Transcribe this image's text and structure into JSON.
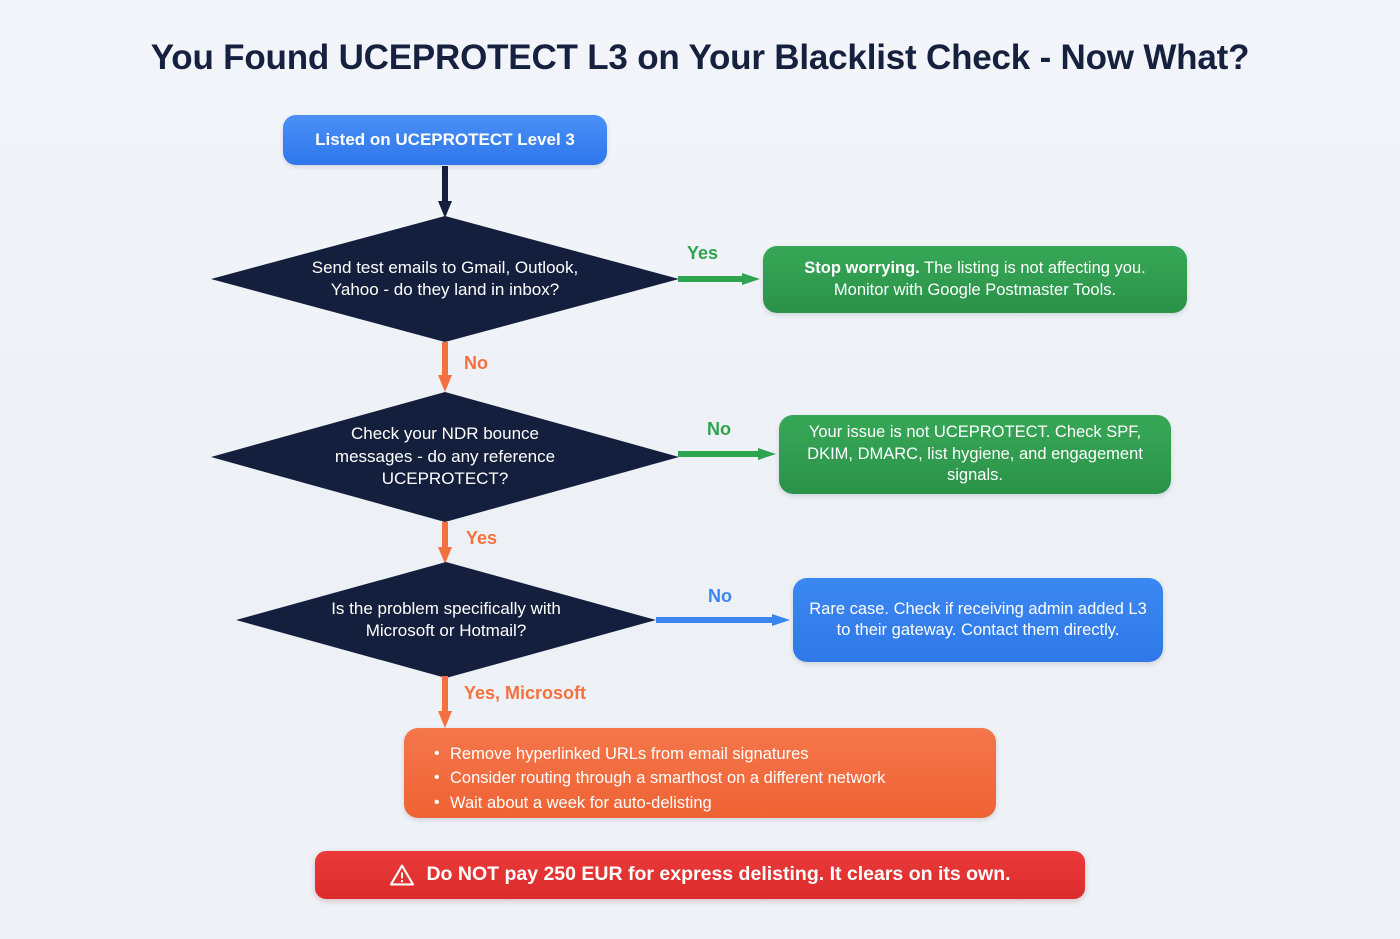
{
  "title": "You Found UCEPROTECT L3 on Your Blacklist Check - Now What?",
  "colors": {
    "background": "#eff2f7",
    "title_text": "#16213f",
    "decision_fill": "#141f3d",
    "blue": "#3b82f6",
    "green": "#2ea44f",
    "orange": "#f4703f",
    "red": "#e03434",
    "white": "#ffffff"
  },
  "nodes": {
    "start": {
      "label": "Listed on UCEPROTECT Level 3",
      "shape": "rounded-rect",
      "color": "blue"
    },
    "decision_1": {
      "label": "Send test emails to Gmail, Outlook, Yahoo - do they land in inbox?",
      "line_1": "Send test emails to Gmail, Outlook,",
      "line_2": "Yahoo - do they land in inbox?",
      "shape": "diamond"
    },
    "decision_2": {
      "label": "Check your NDR bounce messages - do any reference UCEPROTECT?",
      "line_1": "Check your NDR bounce",
      "line_2": "messages - do any reference",
      "line_3": "UCEPROTECT?",
      "shape": "diamond"
    },
    "decision_3": {
      "label": "Is the problem specifically with Microsoft or Hotmail?",
      "line_1": "Is the problem specifically with",
      "line_2": "Microsoft or Hotmail?",
      "shape": "diamond"
    },
    "outcome_1": {
      "lead": "Stop worrying.",
      "body": " The listing is not affecting you. Monitor with Google Postmaster Tools.",
      "shape": "rounded-rect",
      "color": "green"
    },
    "outcome_2": {
      "body": "Your issue is not UCEPROTECT. Check SPF, DKIM, DMARC, list hygiene, and engagement signals.",
      "shape": "rounded-rect",
      "color": "green"
    },
    "outcome_3": {
      "body": "Rare case. Check if receiving admin added L3 to their gateway. Contact them directly.",
      "shape": "rounded-rect",
      "color": "blue"
    },
    "action_box": {
      "shape": "rounded-rect",
      "color": "orange",
      "bullets": [
        "Remove hyperlinked URLs from email signatures",
        "Consider routing through a smarthost on a different network",
        "Wait about a week for auto-delisting"
      ]
    },
    "warning": {
      "icon": "warning-triangle-icon",
      "text": "Do NOT pay 250 EUR for express delisting. It clears on its own.",
      "shape": "rounded-rect",
      "color": "red"
    }
  },
  "edges": {
    "start_to_d1": {
      "label": "",
      "color": "navy",
      "direction": "down"
    },
    "d1_yes": {
      "label": "Yes",
      "color": "green",
      "direction": "right"
    },
    "d1_no": {
      "label": "No",
      "color": "orange",
      "direction": "down"
    },
    "d2_no": {
      "label": "No",
      "color": "green",
      "direction": "right"
    },
    "d2_yes": {
      "label": "Yes",
      "color": "orange",
      "direction": "down"
    },
    "d3_no": {
      "label": "No",
      "color": "blue",
      "direction": "right"
    },
    "d3_yes": {
      "label": "Yes, Microsoft",
      "color": "orange",
      "direction": "down"
    }
  }
}
